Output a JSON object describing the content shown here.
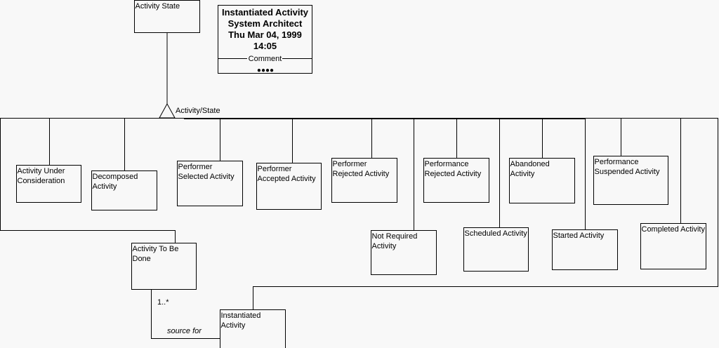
{
  "diagram": {
    "superclass": {
      "lines": [
        "Activity State"
      ]
    },
    "generalization_label": "Activity/State",
    "note": {
      "lines": [
        "Instantiated Activity",
        "System Architect",
        "Thu Mar 04, 1999",
        "14:05"
      ],
      "comment_label": "Comment",
      "dots": "●●●●"
    },
    "subclasses": [
      {
        "lines": [
          "Activity Under",
          "Consideration"
        ]
      },
      {
        "lines": [
          "Decomposed",
          "Activity"
        ]
      },
      {
        "lines": [
          "Performer",
          "Selected Activity"
        ]
      },
      {
        "lines": [
          "Performer",
          "Accepted Activity"
        ]
      },
      {
        "lines": [
          "Performer",
          "Rejected Activity"
        ]
      },
      {
        "lines": [
          "Not Required",
          "Activity"
        ]
      },
      {
        "lines": [
          "Performance",
          "Rejected Activity"
        ]
      },
      {
        "lines": [
          "Scheduled Activity"
        ]
      },
      {
        "lines": [
          "Abandoned",
          "Activity"
        ]
      },
      {
        "lines": [
          "Started Activity"
        ]
      },
      {
        "lines": [
          "Performance",
          "Suspended Activity"
        ]
      },
      {
        "lines": [
          "Completed Activity"
        ]
      }
    ],
    "activity_to_be_done": {
      "lines": [
        "Activity To Be",
        "Done"
      ]
    },
    "instantiated_activity": {
      "lines": [
        "Instantiated",
        "Activity"
      ]
    },
    "association": {
      "multiplicity": "1..*",
      "role": "source for"
    }
  }
}
